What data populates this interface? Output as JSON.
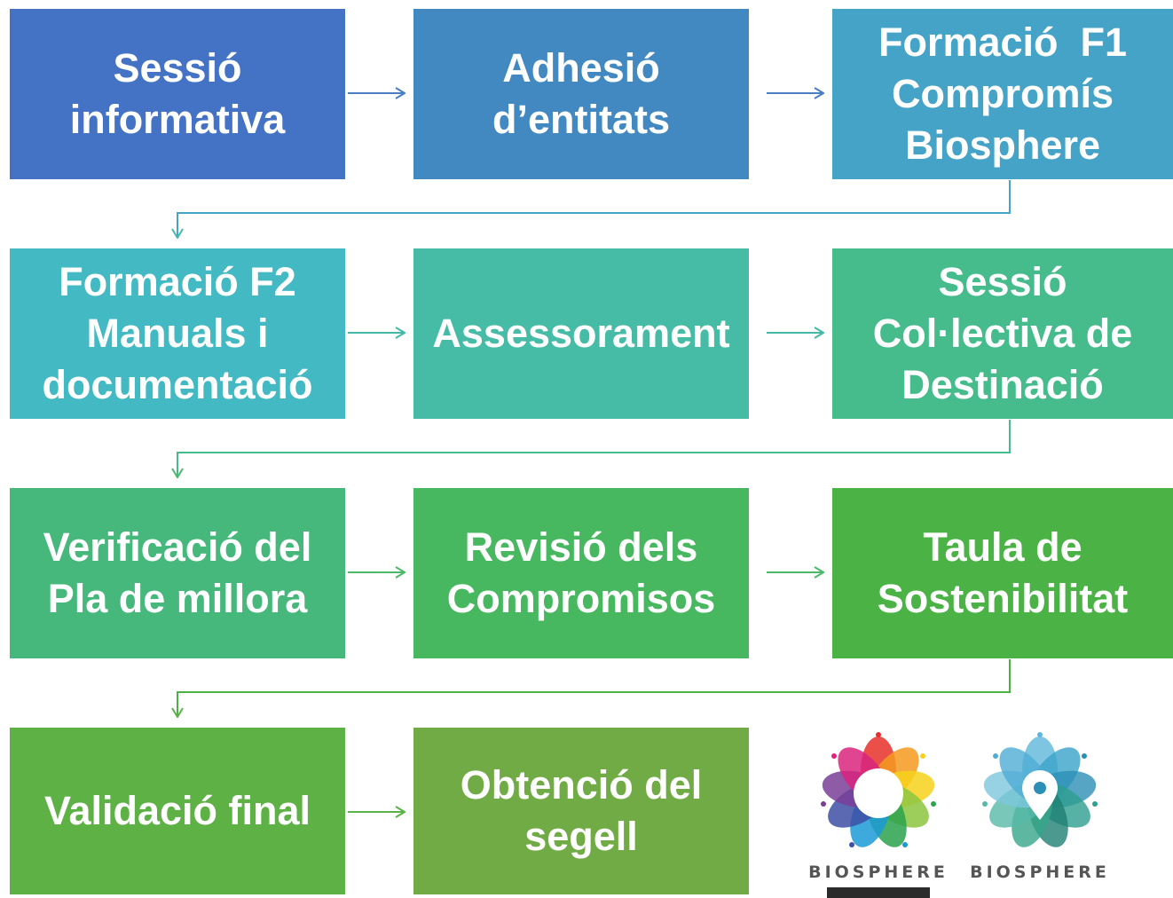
{
  "steps": [
    {
      "lines": [
        "Sessió",
        "informativa"
      ],
      "color": "#4472C4"
    },
    {
      "lines": [
        "Adhesió",
        "d’entitats"
      ],
      "color": "#4389C1"
    },
    {
      "lines": [
        "Formació  F1",
        "Compromís",
        "Biosphere"
      ],
      "color": "#44A3C6"
    },
    {
      "lines": [
        "Formació F2",
        "Manuals i",
        "documentació"
      ],
      "color": "#42B9C3"
    },
    {
      "lines": [
        "Assessorament"
      ],
      "color": "#46BCA6"
    },
    {
      "lines": [
        "Sessió",
        "Col·lectiva de",
        "Destinació"
      ],
      "color": "#46BB8C"
    },
    {
      "lines": [
        "Verificació del",
        "Pla de millora"
      ],
      "color": "#46B87C"
    },
    {
      "lines": [
        "Revisió dels",
        "Compromisos"
      ],
      "color": "#47B760"
    },
    {
      "lines": [
        "Taula de",
        "Sostenibilitat"
      ],
      "color": "#4BB246"
    },
    {
      "lines": [
        "Validació final"
      ],
      "color": "#5DB145"
    },
    {
      "lines": [
        "Obtenció del",
        "segell"
      ],
      "color": "#70AB45"
    }
  ],
  "logos": [
    {
      "label": "BIOSPHERE",
      "icon": "rainbow-flower-icon"
    },
    {
      "label": "BIOSPHERE",
      "icon": "blue-flower-pin-icon"
    }
  ],
  "colors": {
    "row1_arrow": "#4A7EC3",
    "row2_arrow": "#46B8A8",
    "row3_arrow": "#4DB86A",
    "row4_arrow": "#5BB248"
  }
}
